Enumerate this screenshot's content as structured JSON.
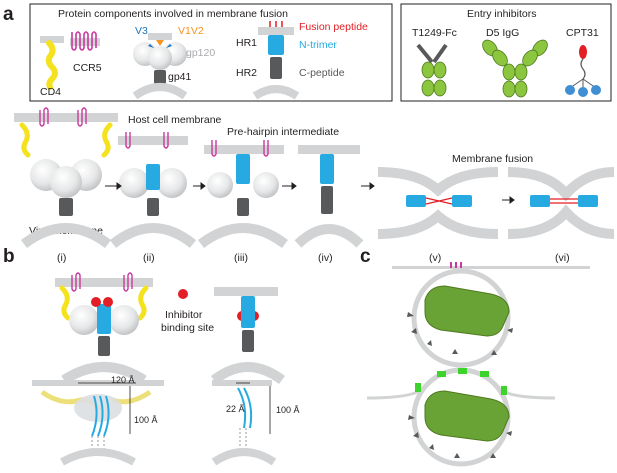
{
  "panels": {
    "a": "a",
    "b": "b",
    "c": "c"
  },
  "components_box": {
    "title": "Protein components involved in membrane fusion",
    "cd4": "CD4",
    "ccr5": "CCR5",
    "v3": "V3",
    "v1v2": "V1V2",
    "gp120": "gp120",
    "gp41": "gp41",
    "hr1": "HR1",
    "hr2": "HR2",
    "fusion_peptide": "Fusion peptide",
    "n_trimer": "N-trimer",
    "c_peptide": "C-peptide"
  },
  "inhibitors_box": {
    "title": "Entry inhibitors",
    "t1249": "T1249-Fc",
    "d5": "D5 IgG",
    "cpt31": "CPT31"
  },
  "pathway": {
    "host_membrane": "Host cell membrane",
    "pre_hairpin": "Pre-hairpin intermediate",
    "membrane_fusion": "Membrane fusion",
    "viral_membrane": "Viral membrane",
    "steps": [
      "(i)",
      "(ii)",
      "(iii)",
      "(iv)",
      "(v)",
      "(vi)"
    ]
  },
  "panel_b": {
    "inhibitor_site_line1": "Inhibitor",
    "inhibitor_site_line2": "binding site",
    "width_1": "120 Å",
    "height_1": "100 Å",
    "width_2": "22 Å",
    "height_2": "100 Å"
  },
  "colors": {
    "cd4": "#f4e21f",
    "ccr5": "#c83a9e",
    "v3": "#1b75bc",
    "v1v2": "#f7941d",
    "fusion_peptide": "#e31e24",
    "n_trimer": "#27aae1",
    "c_peptide": "#58595b",
    "inhibitor": "#8cc63f",
    "binding_site": "#e31e24",
    "membrane": "#d1d3d4",
    "c_green": "#3cd32a",
    "c_body": "#6aa335"
  }
}
